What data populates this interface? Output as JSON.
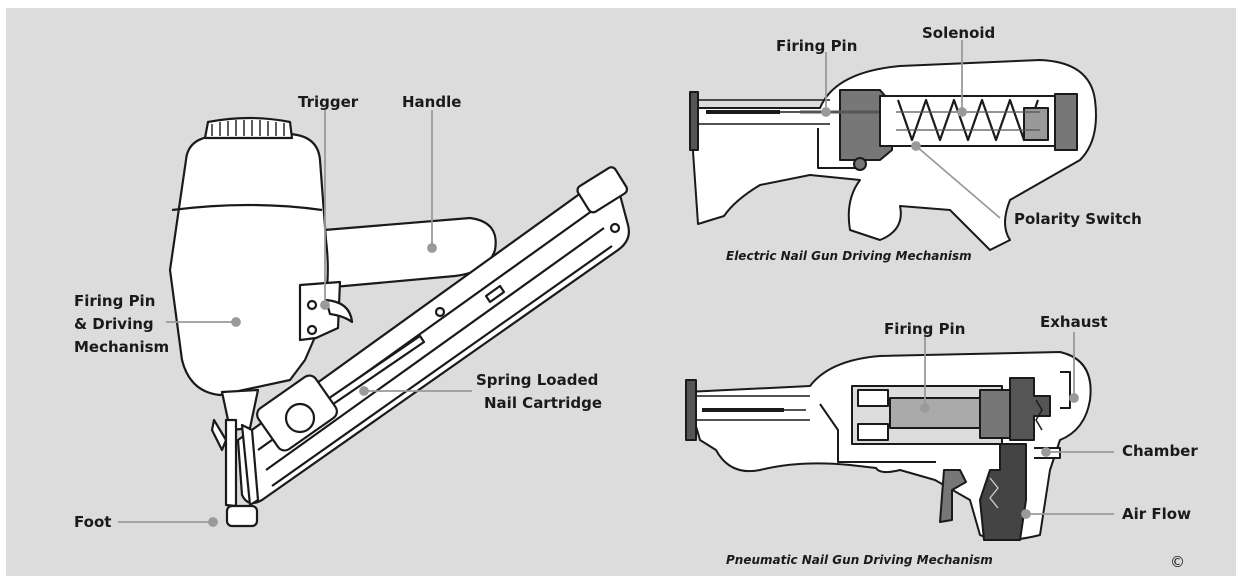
{
  "labels": {
    "trigger": "Trigger",
    "handle": "Handle",
    "firing_pin_driving_line1": "Firing Pin",
    "firing_pin_driving_line2": "& Driving",
    "firing_pin_driving_line3": "Mechanism",
    "spring_loaded_line1": "Spring Loaded",
    "spring_loaded_line2": "Nail Cartridge",
    "foot": "Foot",
    "electric_firing_pin": "Firing Pin",
    "solenoid": "Solenoid",
    "polarity_switch": "Polarity Switch",
    "pneumatic_firing_pin": "Firing Pin",
    "exhaust": "Exhaust",
    "chamber": "Chamber",
    "air_flow": "Air Flow"
  },
  "captions": {
    "electric": "Electric Nail Gun Driving Mechanism",
    "pneumatic": "Pneumatic Nail Gun Driving Mechanism"
  },
  "copyright": "©"
}
